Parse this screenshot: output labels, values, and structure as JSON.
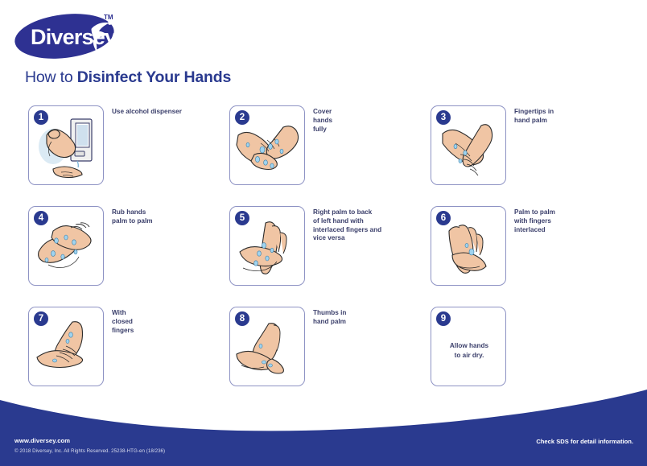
{
  "brand": {
    "logo_name": "diversey-logo",
    "logo_text": "Diversey",
    "trademark": "TM",
    "brand_blue": "#2a3a8f",
    "logo_blue": "#2e3192"
  },
  "header": {
    "title_light": "How to ",
    "title_bold": "Disinfect Your Hands"
  },
  "steps": [
    {
      "number": "1",
      "caption": "Use alcohol dispenser",
      "caption_inside": false,
      "art": "hand-under-dispenser"
    },
    {
      "number": "2",
      "caption": "Cover\nhands\nfully",
      "caption_inside": false,
      "art": "two-hands-cupped-with-droplets"
    },
    {
      "number": "3",
      "caption": "Fingertips in\nhand palm",
      "caption_inside": false,
      "art": "fingertips-in-palm"
    },
    {
      "number": "4",
      "caption": "Rub hands\npalm to palm",
      "caption_inside": false,
      "art": "palm-to-palm"
    },
    {
      "number": "5",
      "caption": "Right palm to back\nof left hand with\ninterlaced fingers and\nvice versa",
      "caption_inside": false,
      "art": "palm-to-back-interlaced"
    },
    {
      "number": "6",
      "caption": "Palm to palm\nwith fingers\ninterlaced",
      "caption_inside": false,
      "art": "palm-to-palm-interlaced"
    },
    {
      "number": "7",
      "caption": "With\nclosed\nfingers",
      "caption_inside": false,
      "art": "closed-fingers-rub"
    },
    {
      "number": "8",
      "caption": "Thumbs in\nhand palm",
      "caption_inside": false,
      "art": "thumb-in-palm"
    },
    {
      "number": "9",
      "caption": "Allow hands\nto air dry.",
      "caption_inside": true,
      "art": "none"
    }
  ],
  "footer": {
    "url": "www.diversey.com",
    "copyright": "© 2018 Diversey, Inc. All Rights Reserved. 25238-HTG-en (18/236)",
    "sds_note": "Check SDS for detail information.",
    "band_color": "#2a3a8f"
  }
}
